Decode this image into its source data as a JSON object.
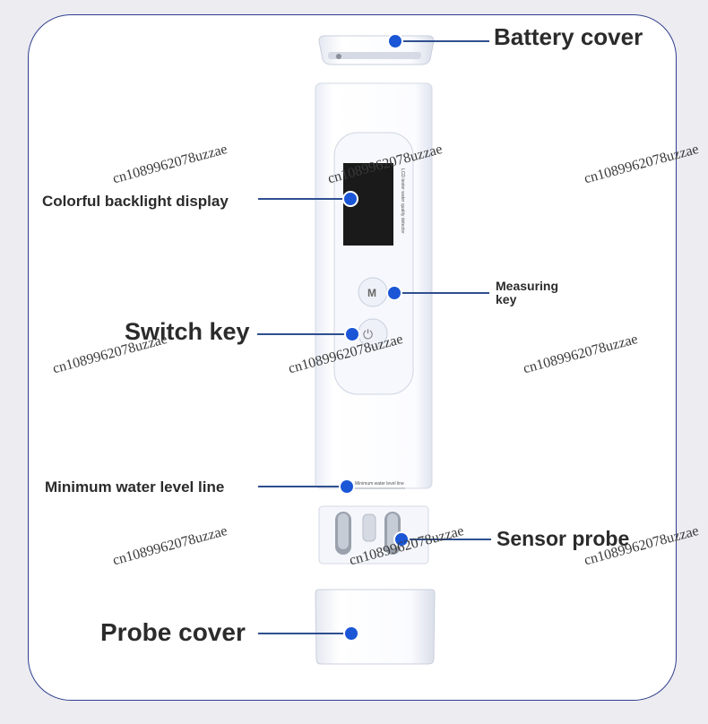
{
  "labels": {
    "battery_cover": "Battery cover",
    "colorful_backlight_display": "Colorful backlight display",
    "measuring_key_line1": "Measuring",
    "measuring_key_line2": "key",
    "switch_key": "Switch key",
    "minimum_water_level_line": "Minimum water level line",
    "sensor_probe": "Sensor probe",
    "probe_cover": "Probe cover"
  },
  "device": {
    "vertical_text": "LCD tester water quality detector",
    "level_line_text": "Minimum water level line",
    "m_key": "M",
    "power_key_symbol": "⏻"
  },
  "watermark": "cn1089962078uzzae",
  "colors": {
    "frame": "#2f3f8e",
    "leader_line": "#2f4f8f",
    "dot": "#1a56d6",
    "label_text": "#2b2b2b"
  }
}
